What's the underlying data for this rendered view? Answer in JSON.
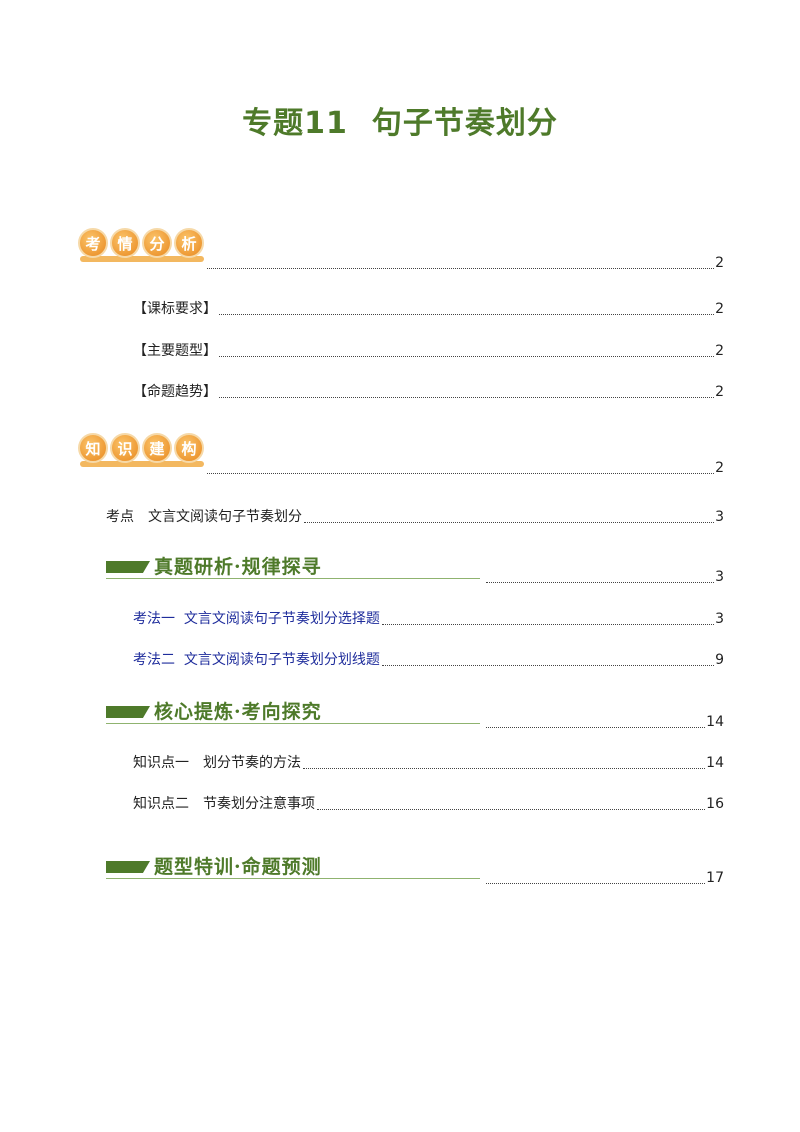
{
  "title": {
    "num": "专题11",
    "text": "句子节奏划分"
  },
  "sections": {
    "kaoqing": {
      "chars": [
        "考",
        "情",
        "分",
        "析"
      ],
      "page": "2"
    },
    "zhishi": {
      "chars": [
        "知",
        "识",
        "建",
        "构"
      ],
      "page": "2"
    },
    "zhenti": {
      "text": "真题研析·规律探寻",
      "page": "3"
    },
    "hexin": {
      "text": "核心提炼·考向探究",
      "page": "14"
    },
    "tixing": {
      "text": "题型特训·命题预测",
      "page": "17"
    }
  },
  "toc": {
    "kebiao": {
      "label": "【课标要求】",
      "page": "2"
    },
    "zhuyao": {
      "label": "【主要题型】",
      "page": "2"
    },
    "mingti": {
      "label": "【命题趋势】",
      "page": "2"
    },
    "kaodian": {
      "label": "考点　文言文阅读句子节奏划分",
      "page": "3"
    },
    "kaofa1": {
      "label": "考法一  文言文阅读句子节奏划分选择题",
      "page": "3"
    },
    "kaofa2": {
      "label": "考法二  文言文阅读句子节奏划分划线题",
      "page": "9"
    },
    "zsd1": {
      "label": "知识点一　划分节奏的方法",
      "page": "14"
    },
    "zsd2": {
      "label": "知识点二　节奏划分注意事项",
      "page": "16"
    }
  }
}
